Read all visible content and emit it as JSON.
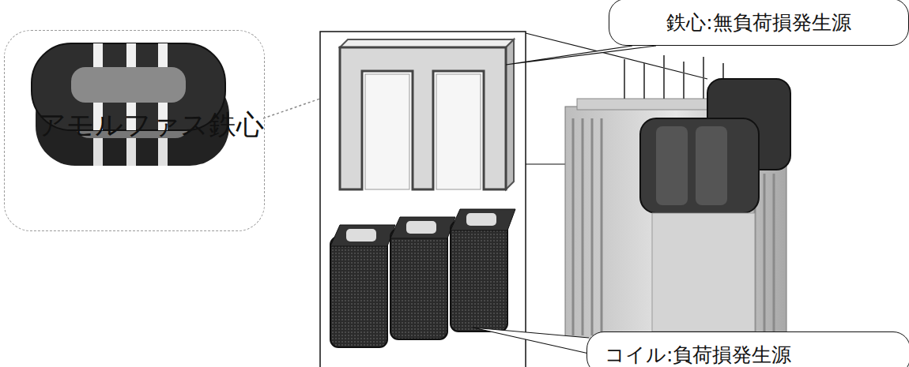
{
  "diagram": {
    "nodes": [
      {
        "text": [
          "アモルファス鉄心"
        ]
      },
      {
        "text": [
          "鉄心:無負荷損発生源"
        ]
      },
      {
        "text": [
          "コイル:負荷損発生源"
        ]
      }
    ]
  }
}
